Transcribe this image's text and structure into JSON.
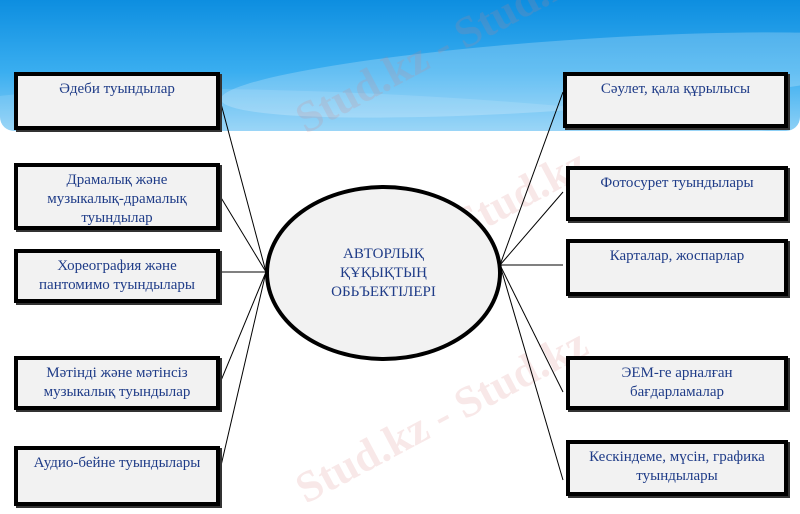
{
  "diagram": {
    "center": {
      "lines": [
        "АВТОРЛЫҚ",
        "ҚҰҚЫҚТЫҢ",
        "ОБЬЪЕКТІЛЕРІ"
      ]
    },
    "left_items": [
      {
        "lines": [
          "Әдеби туындылар"
        ]
      },
      {
        "lines": [
          "Драмалық және",
          "музыкалық-драмалық",
          "туындылар"
        ]
      },
      {
        "lines": [
          "Хореография және",
          "пантомимо туындылары"
        ]
      },
      {
        "lines": [
          "Мәтінді және мәтінсіз",
          "музыкалық туындылар"
        ]
      },
      {
        "lines": [
          "Аудио-бейне туындылары"
        ]
      }
    ],
    "right_items": [
      {
        "lines": [
          "Сәулет, қала құрылысы"
        ]
      },
      {
        "lines": [
          "Фотосурет туындылары"
        ]
      },
      {
        "lines": [
          "Карталар, жоспарлар"
        ]
      },
      {
        "lines": [
          "ЭЕМ-ге арналған",
          "бағдарламалар"
        ]
      },
      {
        "lines": [
          "Кескіндеме, мүсін, графика",
          "туындылары"
        ]
      }
    ]
  },
  "watermark": {
    "text": "Stud.kz - Stud.kz"
  },
  "colors": {
    "text": "#1f3c88",
    "box_fill": "#f2f2f2",
    "border": "#000000",
    "header_top": "#0d8ee0",
    "header_bottom": "#8dd0f6"
  }
}
